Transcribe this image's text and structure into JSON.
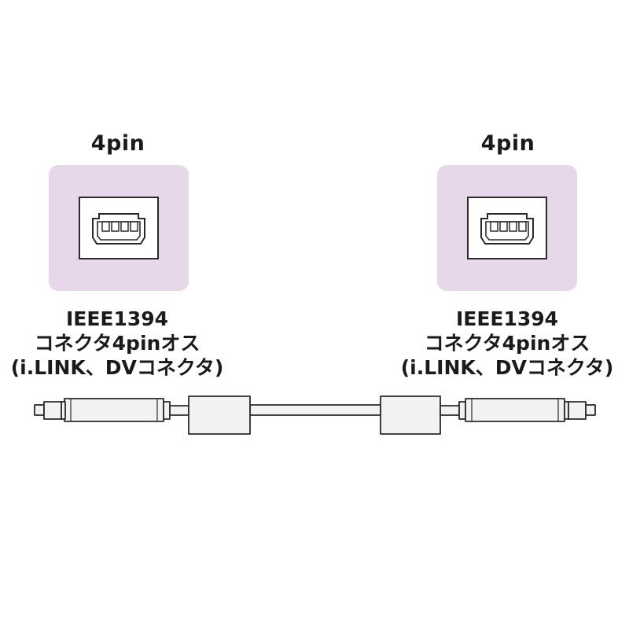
{
  "colors": {
    "panel": "#e6d8e8",
    "outline": "#2a2a2a",
    "cable_fill": "#f2f2f2",
    "text": "#1a1a1a"
  },
  "left": {
    "pin_label": "4pin",
    "desc_line1": "IEEE1394",
    "desc_line2": "コネクタ4pinオス",
    "desc_line3": "(i.LINK、DVコネクタ)"
  },
  "right": {
    "pin_label": "4pin",
    "desc_line1": "IEEE1394",
    "desc_line2": "コネクタ4pinオス",
    "desc_line3": "(i.LINK、DVコネクタ)"
  }
}
